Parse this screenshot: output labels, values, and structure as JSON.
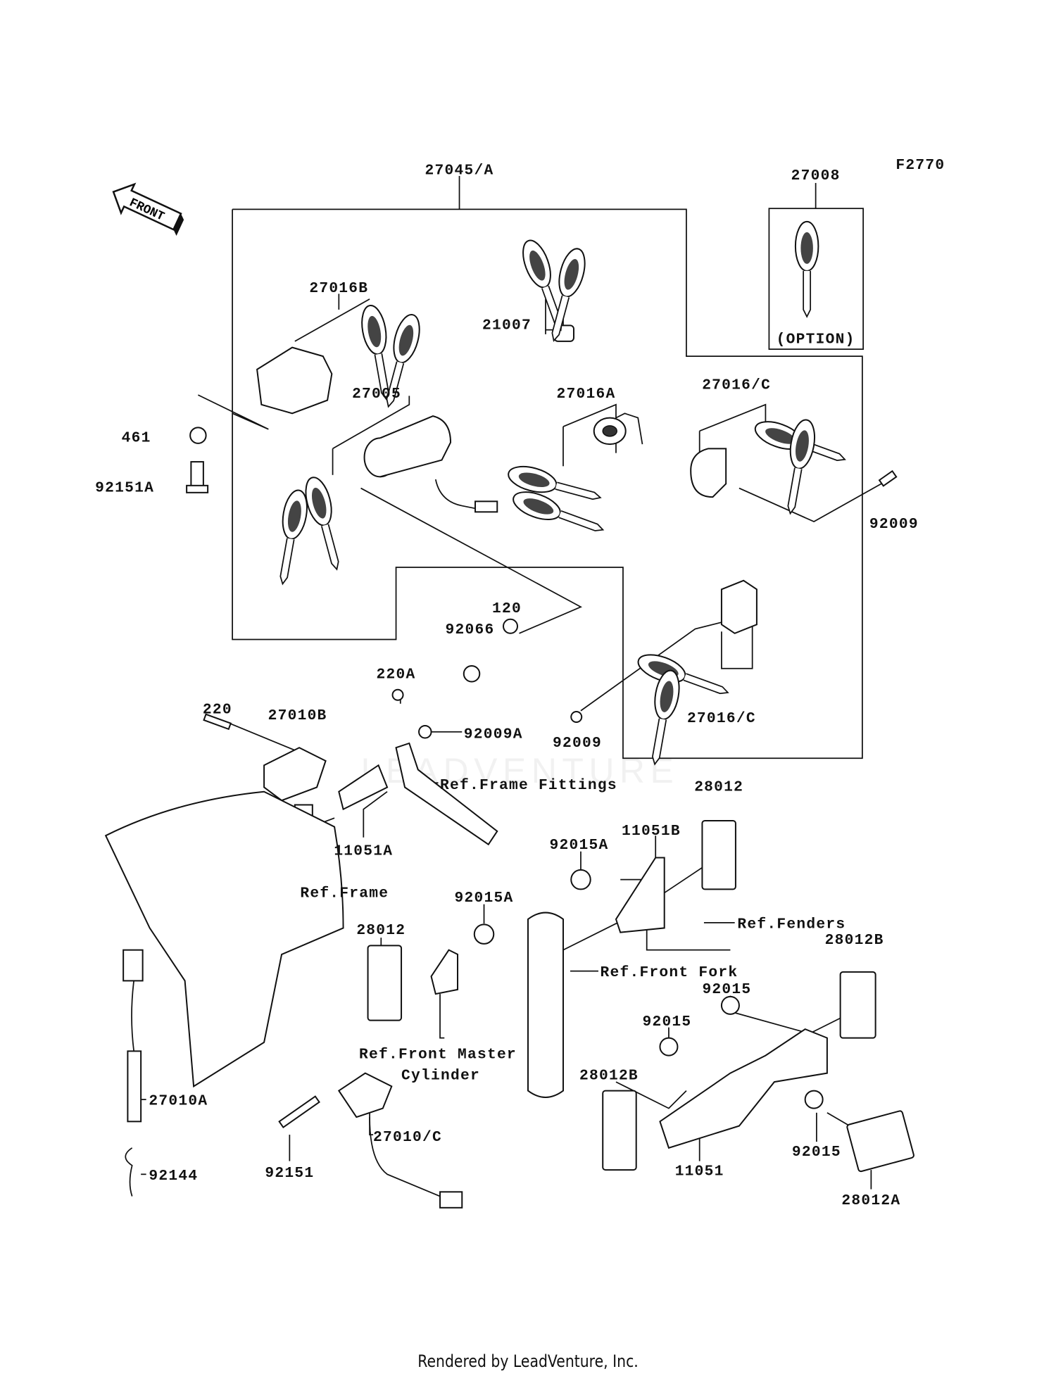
{
  "figure_code": "F2770",
  "front_arrow_label": "FRONT",
  "watermark": "LEADVENTURE",
  "footer": "Rendered by LeadVenture, Inc.",
  "labels": [
    "27045/A",
    "27008",
    "(OPTION)",
    "27016B",
    "21007",
    "461",
    "92151A",
    "27005",
    "27016A",
    "27016/C",
    "92009",
    "120",
    "92066",
    "220A",
    "220",
    "27010B",
    "92009A",
    "92009",
    "27016/C",
    "Ref.Frame Fittings",
    "28012",
    "11051B",
    "92015A",
    "11051A",
    "Ref.Frame",
    "92015A",
    "Ref.Fenders",
    "28012",
    "28012B",
    "Ref.Front Fork",
    "92015",
    "92015",
    "Ref.Front Master",
    "Cylinder",
    "28012B",
    "27010A",
    "27010/C",
    "92015",
    "11051",
    "92151",
    "92144",
    "28012A"
  ]
}
